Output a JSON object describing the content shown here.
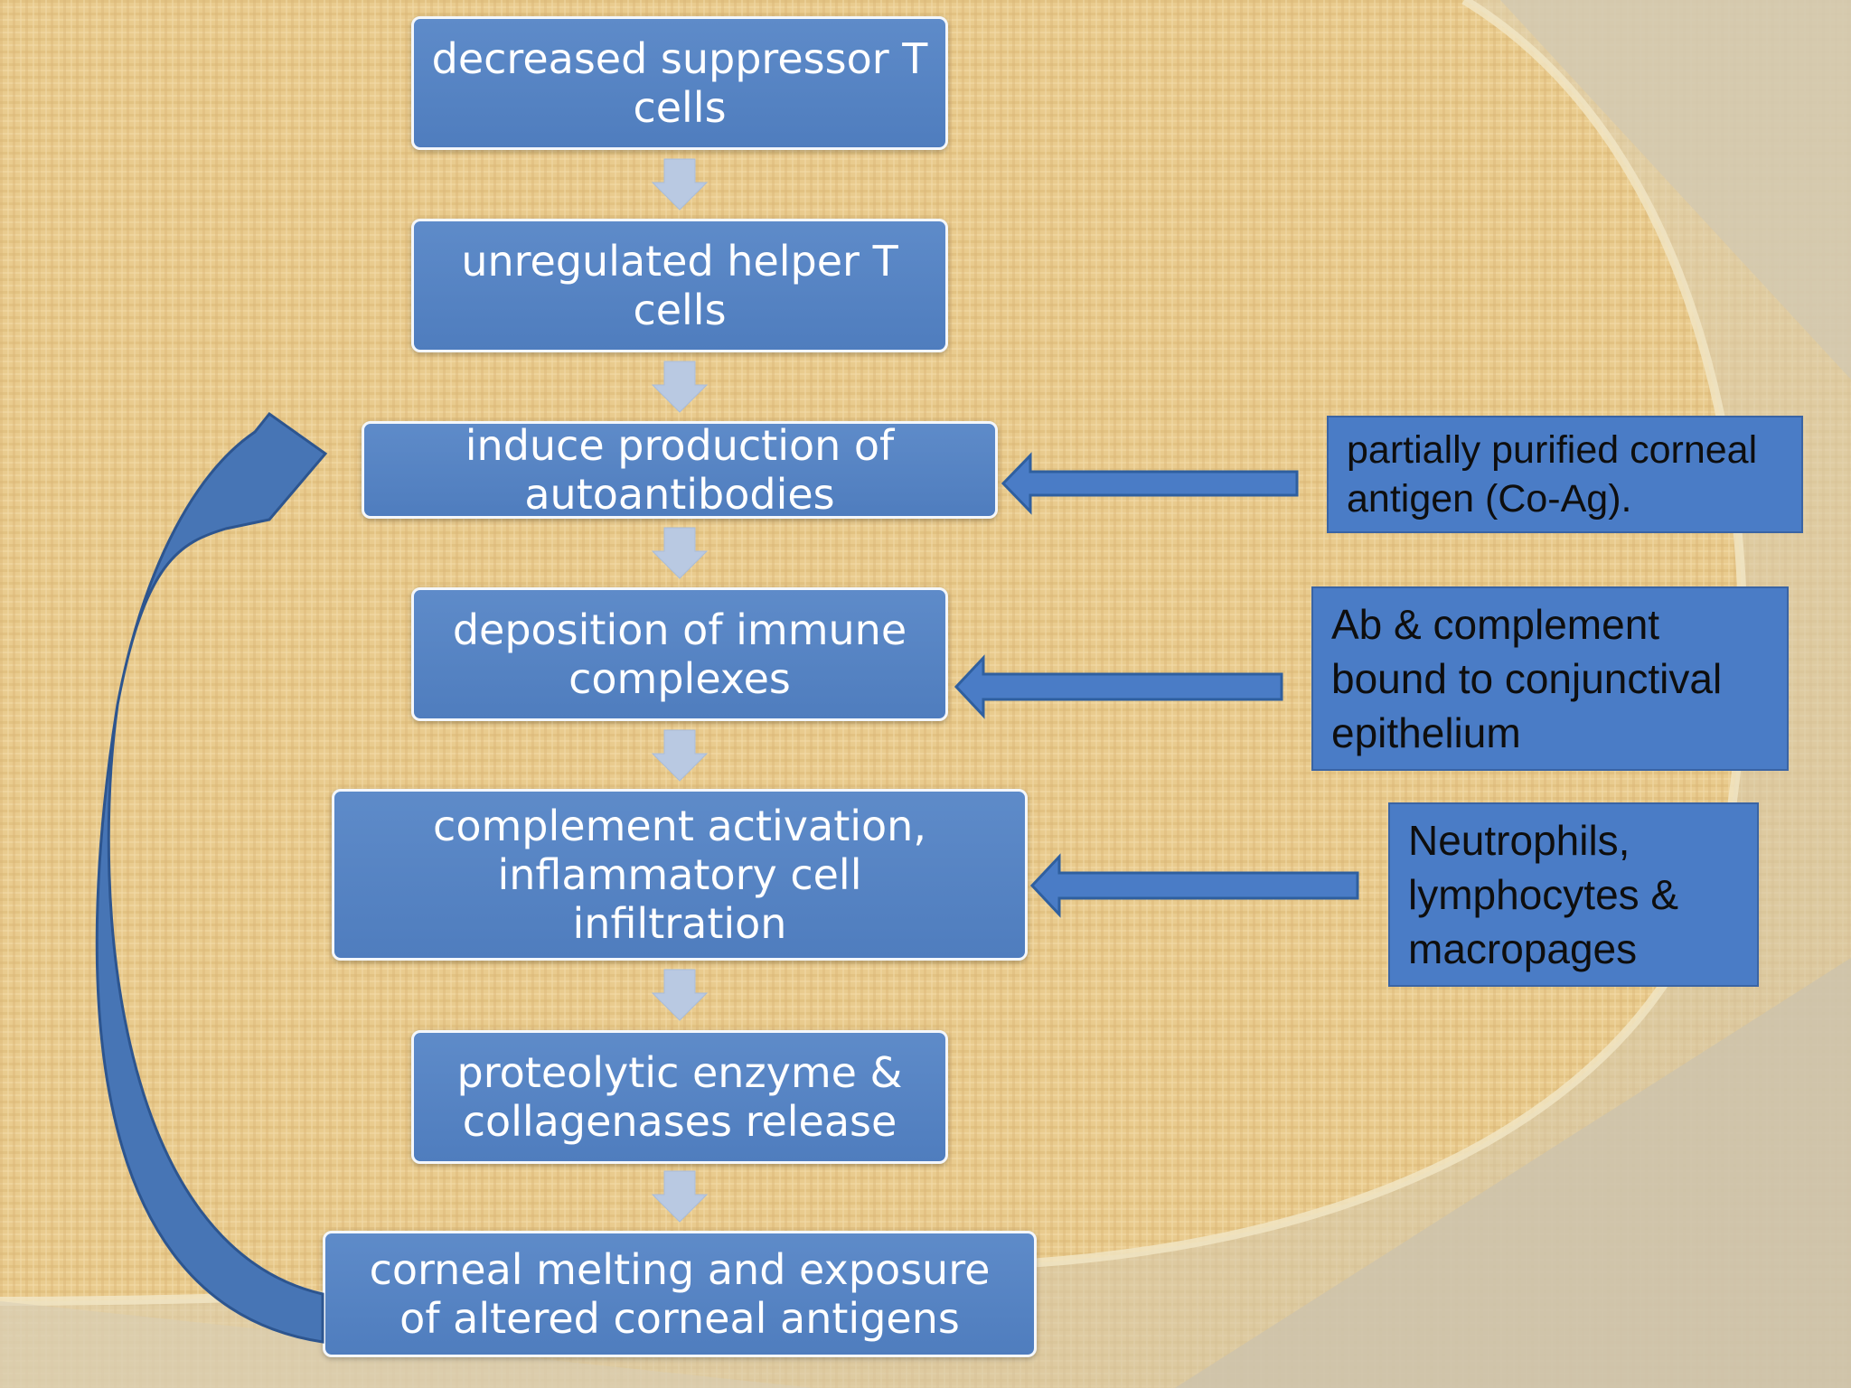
{
  "flow": {
    "steps": [
      "decreased suppressor T cells",
      "unregulated helper T cells",
      "induce production of autoantibodies",
      "deposition of immune complexes",
      "complement activation, inflammatory cell infiltration",
      "proteolytic enzyme & collagenases release",
      "corneal melting and exposure of altered corneal antigens"
    ]
  },
  "notes": {
    "co_ag": "partially purified corneal antigen (Co-Ag).",
    "ab_complement": "Ab & complement bound to conjunctival epithelium",
    "cells": "Neutrophils, lymphocytes & macropages"
  },
  "colors": {
    "box_fill": "#5585c4",
    "box_border": "#f4f7fb",
    "note_fill": "#4a7cc6",
    "arrow_fill": "#4a7cc6",
    "connector": "#b9c9e2",
    "background": "#e8c98a"
  }
}
